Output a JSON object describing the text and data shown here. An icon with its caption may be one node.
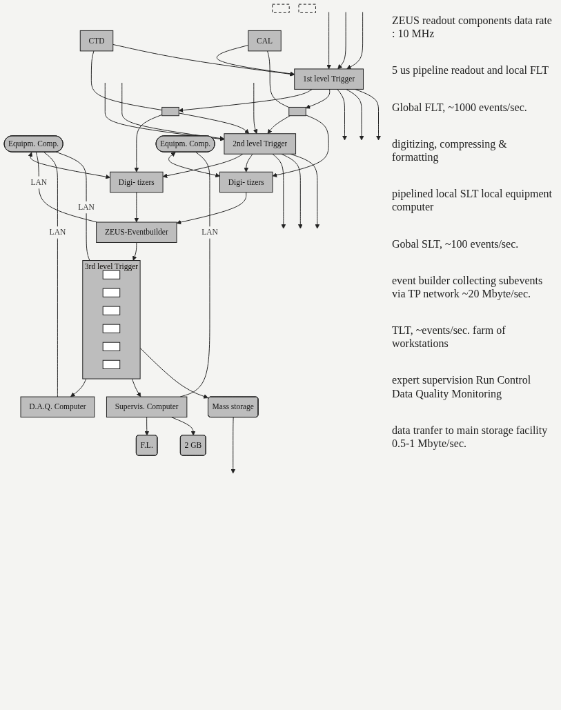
{
  "diagram": {
    "nodes": [
      {
        "text": [
          "CTD"
        ]
      },
      {
        "text": [],
        "shape": "box"
      },
      {
        "text": [
          "CAL"
        ]
      },
      {
        "text": [],
        "shape": "box"
      },
      {
        "text": [],
        "shape": "box"
      },
      {
        "text": [
          "1st level Trigger"
        ]
      },
      {
        "text": [],
        "shape": "box"
      },
      {
        "text": [
          "Equipm. Comp."
        ]
      },
      {
        "text": [
          "Digi- tizers"
        ]
      },
      {
        "text": [
          "2nd level Trigger"
        ]
      },
      {
        "text": [
          "Digi- tizers"
        ]
      },
      {
        "text": [
          "Equipm. Comp."
        ]
      },
      {
        "text": [
          "ZEUS-Eventbuilder"
        ]
      },
      {
        "text": [
          "3rd level Trigger"
        ]
      },
      {
        "text": [],
        "shape": "box",
        "in": 13
      },
      {
        "text": [],
        "shape": "box",
        "in": 13
      },
      {
        "text": [],
        "shape": "box",
        "in": 13
      },
      {
        "text": [],
        "shape": "box",
        "in": 13
      },
      {
        "text": [],
        "shape": "box",
        "in": 13
      },
      {
        "text": [],
        "shape": "box",
        "in": 13
      },
      {
        "text": [
          "D.A.Q. Computer"
        ]
      },
      {
        "text": [
          "Supervis. Computer"
        ]
      },
      {
        "text": [
          "Mass storage"
        ]
      },
      {
        "text": [
          "F.L."
        ]
      },
      {
        "text": [
          "2 GB"
        ]
      }
    ],
    "edges": [
      {
        "from": 0,
        "to": 4,
        "arrow": "none"
      },
      {
        "from": 0,
        "to": 5,
        "arrow": "to"
      },
      {
        "from": null,
        "to": 5,
        "arrow": "to"
      },
      {
        "from": null,
        "to": 5,
        "arrow": "to"
      },
      {
        "from": null,
        "to": 5,
        "arrow": "to"
      },
      {
        "from": 2,
        "to": 5,
        "arrow": "to"
      },
      {
        "from": 2,
        "to": 6,
        "arrow": "none"
      },
      {
        "from": 5,
        "to": 4,
        "arrow": "to"
      },
      {
        "from": 5,
        "to": 6,
        "arrow": "to"
      },
      {
        "from": 5,
        "to": null,
        "arrow": "to"
      },
      {
        "from": 5,
        "to": null,
        "arrow": "to"
      },
      {
        "from": 5,
        "to": null,
        "arrow": "to"
      },
      {
        "from": 4,
        "to": 8,
        "arrow": "to"
      },
      {
        "from": 4,
        "to": 9,
        "arrow": "to"
      },
      {
        "from": null,
        "to": 9,
        "arrow": "to"
      },
      {
        "from": null,
        "to": 9,
        "arrow": "to"
      },
      {
        "from": null,
        "to": 9,
        "arrow": "to"
      },
      {
        "from": 6,
        "to": 9,
        "arrow": "to"
      },
      {
        "from": 6,
        "to": 10,
        "arrow": "to"
      },
      {
        "from": 7,
        "to": 8,
        "arrow": "both"
      },
      {
        "from": 11,
        "to": 10,
        "arrow": "both"
      },
      {
        "from": 9,
        "to": 8,
        "arrow": "to"
      },
      {
        "from": 9,
        "to": 10,
        "arrow": "to"
      },
      {
        "from": 9,
        "to": null,
        "arrow": "to"
      },
      {
        "from": 9,
        "to": null,
        "arrow": "to"
      },
      {
        "from": 9,
        "to": null,
        "arrow": "to"
      },
      {
        "from": 8,
        "to": 12,
        "arrow": "to"
      },
      {
        "from": 10,
        "to": 12,
        "arrow": "to"
      },
      {
        "from": 7,
        "to": 12,
        "arrow": "none",
        "label": "LAN"
      },
      {
        "from": 12,
        "to": 13,
        "arrow": "to"
      },
      {
        "from": 7,
        "to": 13,
        "arrow": "none",
        "label": "LAN"
      },
      {
        "from": 13,
        "to": 20,
        "arrow": "to"
      },
      {
        "from": 13,
        "to": 21,
        "arrow": "to"
      },
      {
        "from": 7,
        "to": 20,
        "arrow": "none",
        "label": "LAN"
      },
      {
        "from": 11,
        "to": 21,
        "arrow": "none",
        "label": "LAN"
      },
      {
        "from": 13,
        "to": 22,
        "arrow": "to"
      },
      {
        "from": 21,
        "to": 23,
        "arrow": "to"
      },
      {
        "from": 21,
        "to": 24,
        "arrow": "to"
      },
      {
        "from": 22,
        "to": null,
        "arrow": "to"
      }
    ],
    "labels": [
      "ZEUS readout components data rate : 10 MHz",
      "5 us pipeline readout and local FLT",
      "Global FLT, ~1000 events/sec.",
      "digitizing, compressing & formatting",
      "pipelined local SLT local equipment computer",
      "Gobal SLT, ~100 events/sec.",
      "event builder collecting subevents via TP network ~20 Mbyte/sec.",
      "TLT, ~events/sec. farm of workstations",
      "expert supervision Run Control Data Quality Monitoring",
      "data tranfer to main storage facility 0.5-1 Mbyte/sec."
    ]
  }
}
